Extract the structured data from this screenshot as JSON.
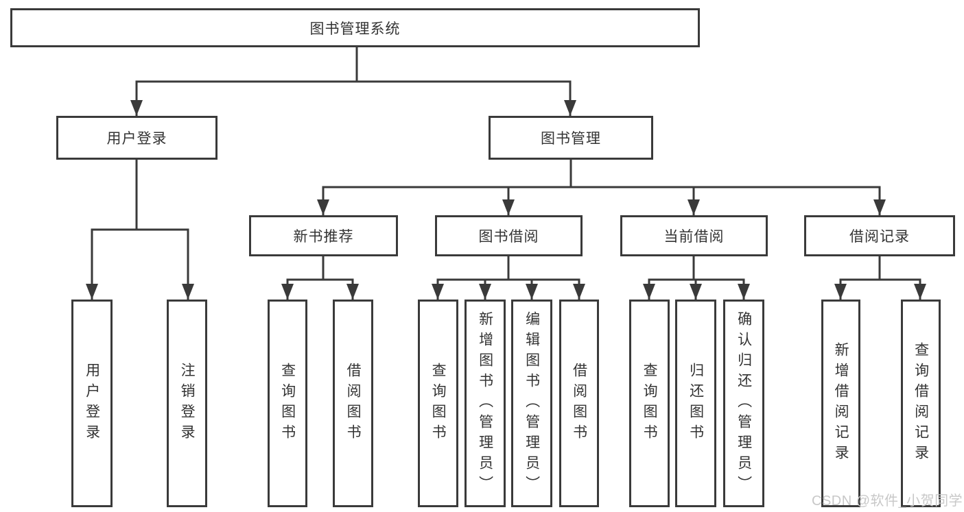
{
  "tree": {
    "label": "图书管理系统",
    "children": [
      {
        "label": "用户登录",
        "children": [
          {
            "label": "用户登录"
          },
          {
            "label": "注销登录"
          }
        ]
      },
      {
        "label": "图书管理",
        "children": [
          {
            "label": "新书推荐",
            "children": [
              {
                "label": "查询图书"
              },
              {
                "label": "借阅图书"
              }
            ]
          },
          {
            "label": "图书借阅",
            "children": [
              {
                "label": "查询图书"
              },
              {
                "label": "新增图书（管理员）"
              },
              {
                "label": "编辑图书（管理员）"
              },
              {
                "label": "借阅图书"
              }
            ]
          },
          {
            "label": "当前借阅",
            "children": [
              {
                "label": "查询图书"
              },
              {
                "label": "归还图书"
              },
              {
                "label": "确认归还（管理员）"
              }
            ]
          },
          {
            "label": "借阅记录",
            "children": [
              {
                "label": "新增借阅记录"
              },
              {
                "label": "查询借阅记录"
              }
            ]
          }
        ]
      }
    ]
  },
  "watermark": "CSDN @软件_小贺同学",
  "colors": {
    "line": "#3a3a3a",
    "text": "#333333",
    "watermark": "#c8c8c8",
    "background": "#ffffff"
  }
}
